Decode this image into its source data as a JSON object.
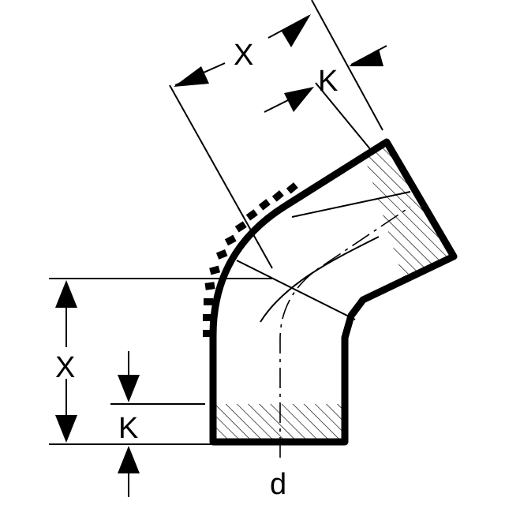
{
  "labels": {
    "x_angled": "X",
    "k_angled": "K",
    "x_vertical": "X",
    "k_vertical": "K",
    "d": "d"
  }
}
